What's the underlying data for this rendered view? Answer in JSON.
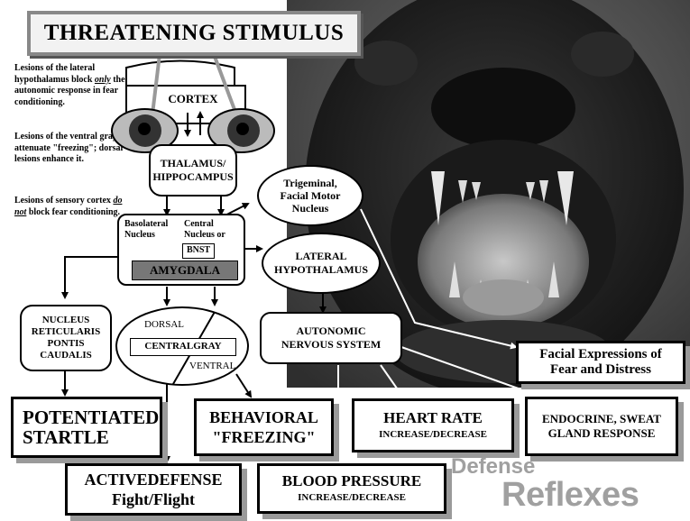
{
  "title": "THREATENING STIMULUS",
  "notes": {
    "lateral_hypothalamus_pre": "Lesions of the lateral hypothalamus block ",
    "lateral_hypothalamus_em": "only",
    "lateral_hypothalamus_post": " the autonomic response in fear conditioning.",
    "ventral_gray": "Lesions of the ventral gray attenuate \"freezing\"; dorsal lesions enhance it.",
    "sensory_cortex_pre": "Lesions of sensory cortex ",
    "sensory_cortex_em": "do not",
    "sensory_cortex_post": " block fear conditioning."
  },
  "brain": {
    "cortex": "CORTEX",
    "thalamus_line1": "THALAMUS/",
    "thalamus_line2": "HIPPOCAMPUS"
  },
  "amygdala": {
    "basolateral_line1": "Basolateral",
    "basolateral_line2": "Nucleus",
    "central_line1": "Central",
    "central_line2": "Nucleus or",
    "bnst": "BNST",
    "label": "AMYGDALA"
  },
  "nodes": {
    "trigeminal_line1": "Trigeminal,",
    "trigeminal_line2": "Facial Motor",
    "trigeminal_line3": "Nucleus",
    "lateral_hyp_line1": "LATERAL",
    "lateral_hyp_line2": "HYPOTHALAMUS",
    "nucleus_line1": "NUCLEUS",
    "nucleus_line2": "RETICULARIS",
    "nucleus_line3": "PONTIS",
    "nucleus_line4": "CAUDALIS",
    "dorsal": "DORSAL",
    "central_gray": "CENTRALGRAY",
    "ventral": "VENTRAL",
    "autonomic_line1": "AUTONOMIC",
    "autonomic_line2": "NERVOUS SYSTEM"
  },
  "outputs": {
    "startle_line1": "POTENTIATED",
    "startle_line2": "STARTLE",
    "freezing_line1": "BEHAVIORAL",
    "freezing_line2": "\"FREEZING\"",
    "heart_line1": "HEART RATE",
    "heart_line2": "INCREASE/DECREASE",
    "endocrine_line1": "ENDOCRINE, SWEAT",
    "endocrine_line2": "GLAND RESPONSE",
    "facial_line1": "Facial Expressions of",
    "facial_line2": "Fear and Distress",
    "active_line1": "ACTIVEDEFENSE",
    "active_line2": "Fight/Flight",
    "bp_line1": "BLOOD PRESSURE",
    "bp_line2": "INCREASE/DECREASE"
  },
  "watermark": {
    "line1": "Defense",
    "line2": "Reflexes"
  }
}
